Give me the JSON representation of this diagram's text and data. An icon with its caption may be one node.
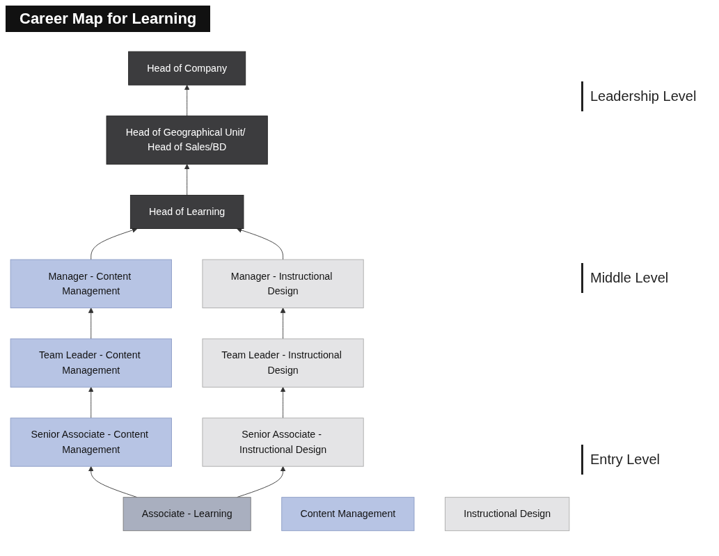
{
  "diagram": {
    "title": "Career Map for Learning",
    "nodes": [
      {
        "text": [
          "Head of Company"
        ]
      },
      {
        "text": [
          "Head of Geographical Unit/ Head of Sales/BD"
        ]
      },
      {
        "text": [
          "Head of Learning"
        ]
      },
      {
        "text": [
          "Manager - Content Management"
        ]
      },
      {
        "text": [
          "Manager - Instructional Design"
        ]
      },
      {
        "text": [
          "Team Leader - Content Management"
        ]
      },
      {
        "text": [
          "Team Leader - Instructional Design"
        ]
      },
      {
        "text": [
          "Senior Associate - Content Management"
        ]
      },
      {
        "text": [
          "Senior Associate - Instructional Design"
        ]
      },
      {
        "text": [
          "Associate - Learning"
        ]
      },
      {
        "text": [
          "Content Management"
        ]
      },
      {
        "text": [
          "Instructional Design"
        ]
      }
    ],
    "edges": [
      {
        "from": 1,
        "to": 0,
        "arrow": "to"
      },
      {
        "from": 2,
        "to": 1,
        "arrow": "to"
      },
      {
        "from": 3,
        "to": 2,
        "arrow": "to"
      },
      {
        "from": 4,
        "to": 2,
        "arrow": "to"
      },
      {
        "from": 5,
        "to": 3,
        "arrow": "to"
      },
      {
        "from": 6,
        "to": 4,
        "arrow": "to"
      },
      {
        "from": 7,
        "to": 5,
        "arrow": "to"
      },
      {
        "from": 8,
        "to": 6,
        "arrow": "to"
      },
      {
        "from": 9,
        "to": 7,
        "arrow": "to"
      },
      {
        "from": 9,
        "to": 8,
        "arrow": "to"
      }
    ],
    "labels": [
      "Leadership Level",
      "Middle Level",
      "Entry Level"
    ]
  }
}
